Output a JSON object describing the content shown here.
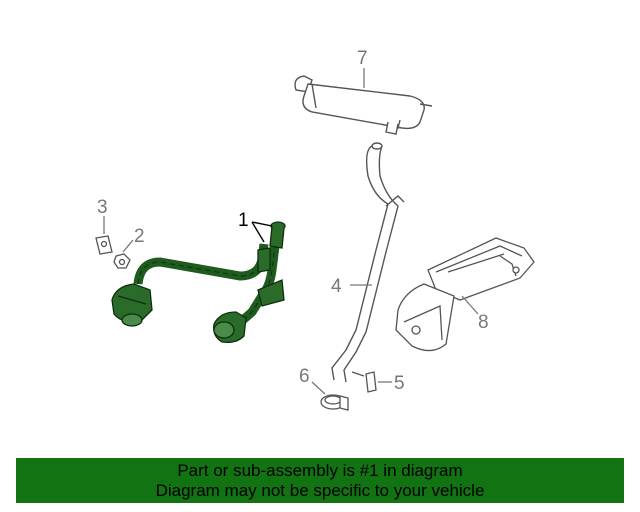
{
  "callouts": {
    "c1": "1",
    "c2": "2",
    "c3": "3",
    "c4": "4",
    "c5": "5",
    "c6": "6",
    "c7": "7",
    "c8": "8"
  },
  "highlight_color": "#127312",
  "banner": {
    "line1": "Part or sub-assembly is #1 in diagram",
    "line2": "Diagram may not be specific to your vehicle"
  }
}
